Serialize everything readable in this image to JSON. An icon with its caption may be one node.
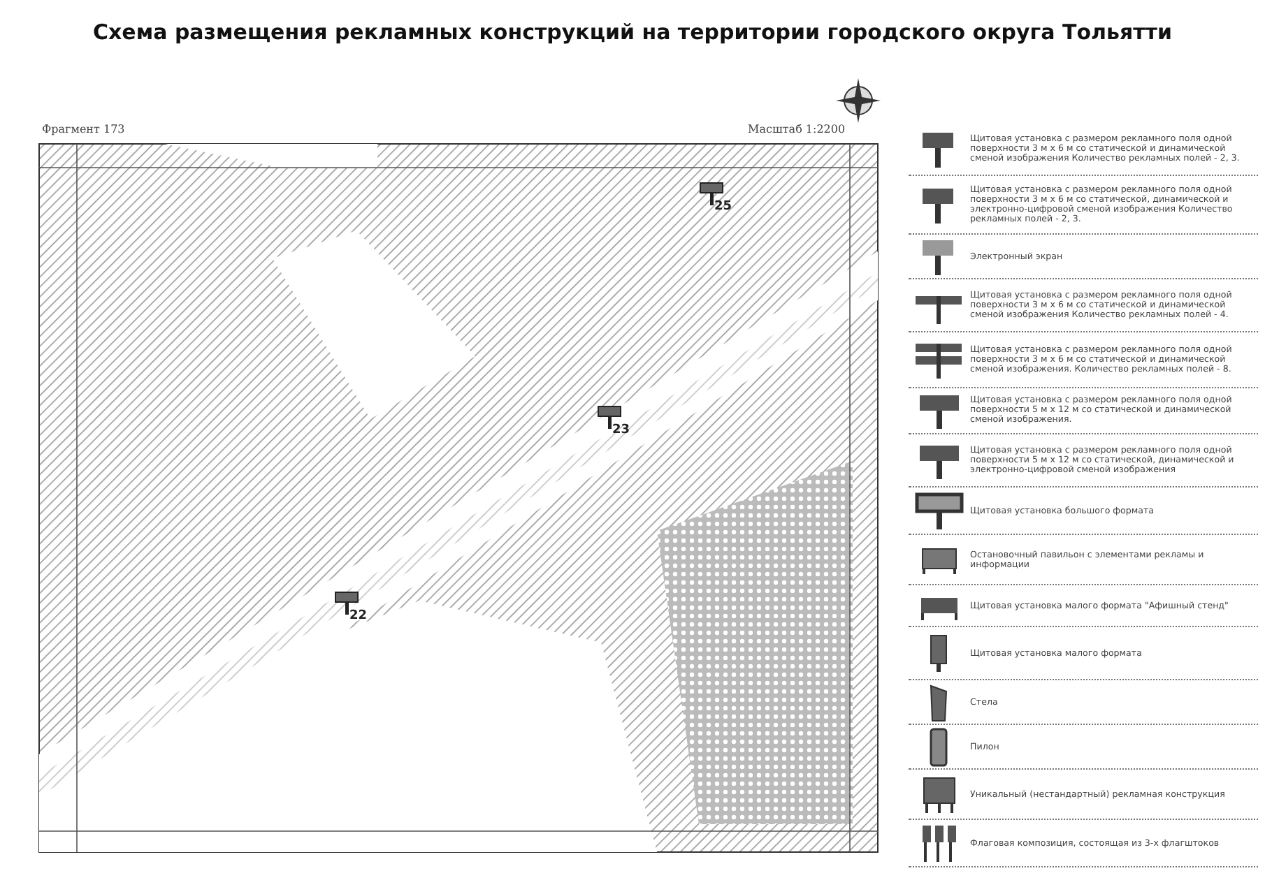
{
  "diagram": {
    "title": "Схема размещения рекламных конструкций на территории городского округа Тольятти",
    "labels": [
      "Фрагмент 173",
      "Масштаб 1:2200",
      "25",
      "23",
      "22"
    ],
    "legend": [
      {
        "text": "Щитовая установка с размером рекламного поля одной поверхности 3 м х 6 м со статической и динамической сменой изображения Количество рекламных полей - 2, 3."
      },
      {
        "text": "Щитовая установка с размером рекламного поля одной поверхности 3 м х 6 м со статической, динамической и электронно-цифровой сменой изображения Количество рекламных полей - 2, 3."
      },
      {
        "text": "Электронный экран"
      },
      {
        "text": "Щитовая установка с размером рекламного поля одной поверхности 3 м х 6 м со статической и динамической сменой изображения Количество рекламных полей - 4."
      },
      {
        "text": "Щитовая установка с размером рекламного поля одной поверхности 3 м х 6 м со статической и динамической сменой изображения. Количество рекламных полей - 8."
      },
      {
        "text": "Щитовая установка с размером рекламного поля одной поверхности 5 м х 12 м со статической и динамической сменой изображения."
      },
      {
        "text": "Щитовая установка с размером рекламного поля одной поверхности 5 м х 12 м со статической, динамической и электронно-цифровой сменой изображения"
      },
      {
        "text": "Щитовая установка большого формата"
      },
      {
        "text": "Остановочный павильон с элементами рекламы и информации"
      },
      {
        "text": "Щитовая установка малого формата \"Афишный стенд\""
      },
      {
        "text": "Щитовая установка малого формата"
      },
      {
        "text": "Стела"
      },
      {
        "text": "Пилон"
      },
      {
        "text": "Уникальный (нестандартный) рекламная конструкция"
      },
      {
        "text": "Флаговая композиция, состоящая из 3-х флагштоков"
      }
    ]
  }
}
